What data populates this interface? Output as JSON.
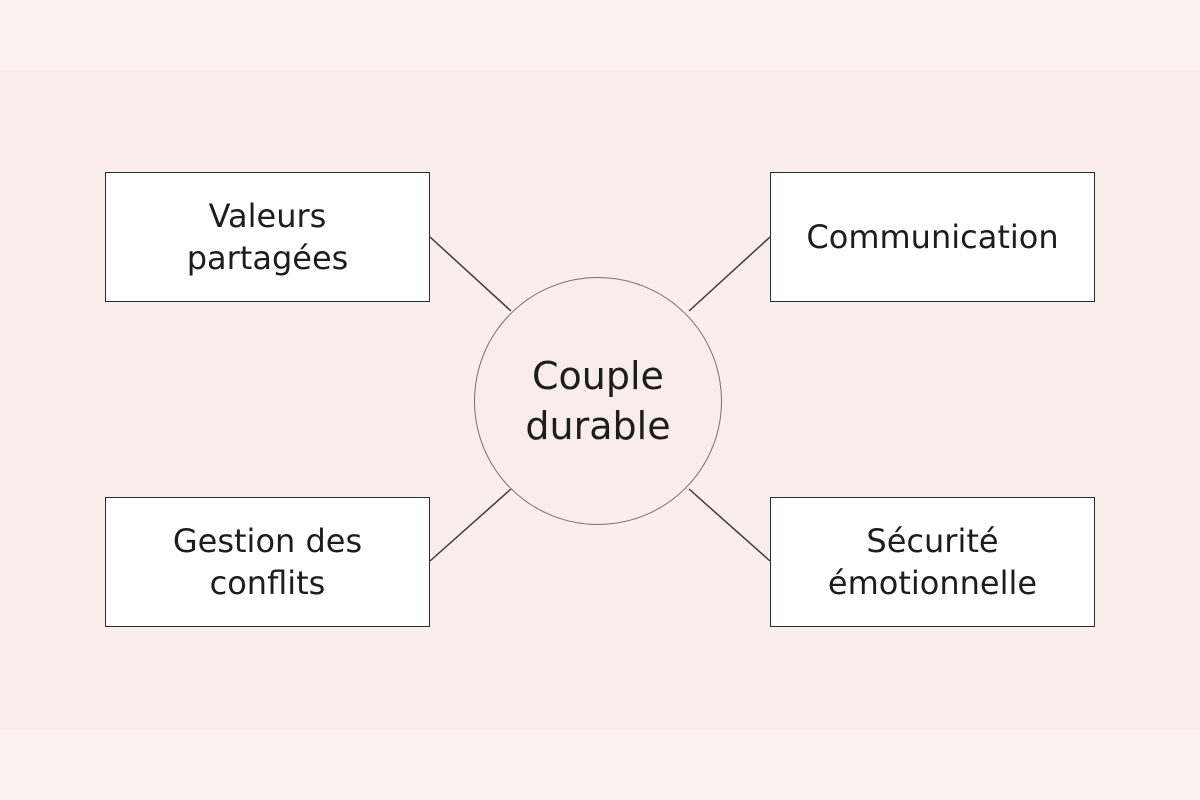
{
  "colors": {
    "background": "#f9eded",
    "box_fill": "#ffffff",
    "box_border": "#2b2b2b",
    "hub_border": "#7a7070",
    "line": "#3c3c3c",
    "text": "#1d1d1d"
  },
  "hub": {
    "label": "Couple\ndurable"
  },
  "nodes": {
    "top_left": {
      "label": "Valeurs\npartagées"
    },
    "top_right": {
      "label": "Communication"
    },
    "bottom_left": {
      "label": "Gestion des\nconflits"
    },
    "bottom_right": {
      "label": "Sécurité\némotionnelle"
    }
  }
}
